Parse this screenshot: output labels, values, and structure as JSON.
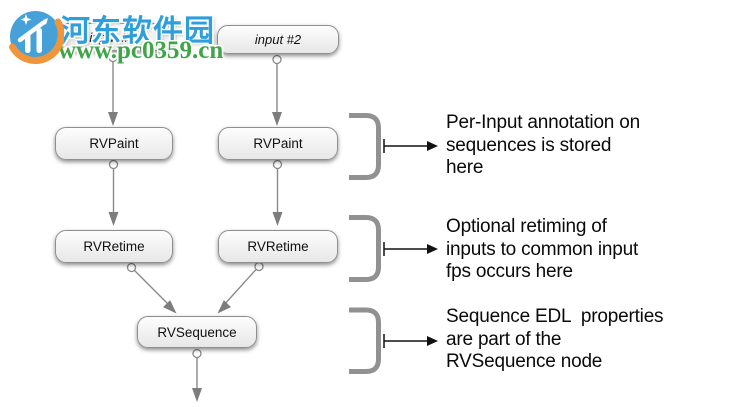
{
  "watermark": {
    "site_name": "河东软件园",
    "site_url": "www.pc0359.cn",
    "colors": {
      "name_blue": "#2E9FDB",
      "url_green": "#3FA548",
      "logo_blue": "#45A1D8",
      "logo_orange": "#F0953B"
    }
  },
  "diagram": {
    "nodes": {
      "input1": {
        "label": "input #1"
      },
      "input2": {
        "label": "input #2"
      },
      "paint1": {
        "label": "RVPaint"
      },
      "paint2": {
        "label": "RVPaint"
      },
      "retime1": {
        "label": "RVRetime"
      },
      "retime2": {
        "label": "RVRetime"
      },
      "sequence": {
        "label": "RVSequence"
      }
    },
    "edges": [
      {
        "from": "input1",
        "to": "paint1"
      },
      {
        "from": "input2",
        "to": "paint2"
      },
      {
        "from": "paint1",
        "to": "retime1"
      },
      {
        "from": "paint2",
        "to": "retime2"
      },
      {
        "from": "retime1",
        "to": "sequence"
      },
      {
        "from": "retime2",
        "to": "sequence"
      },
      {
        "from": "sequence",
        "to": "output"
      }
    ],
    "annotations": [
      {
        "lines": [
          "Per-Input annotation on",
          "sequences is stored",
          "here"
        ]
      },
      {
        "lines": [
          "Optional retiming of",
          "inputs to common input",
          "fps occurs here"
        ]
      },
      {
        "lines": [
          "Sequence EDL  properties",
          "are part of the",
          "RVSequence node"
        ]
      }
    ],
    "colors": {
      "connector_gray": "#8a8a8a",
      "arrowhead_gray": "#7d7d7d",
      "bracket_gray": "#919191",
      "annotation_black": "#111111"
    }
  }
}
